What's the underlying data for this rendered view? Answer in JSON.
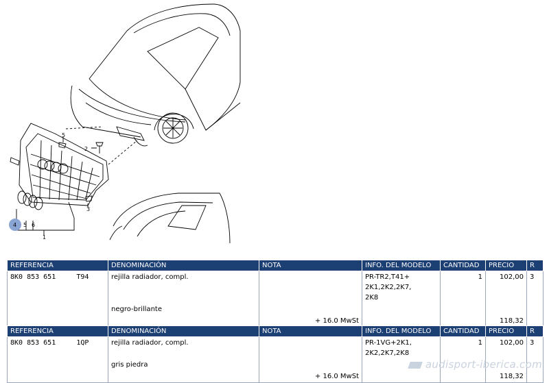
{
  "diagram": {
    "callouts": [
      "1",
      "2",
      "3",
      "4",
      "5",
      "6",
      "5"
    ]
  },
  "columns": {
    "referencia": "REFERENCIA",
    "denominacion": "DENOMINACIÓN",
    "nota": "NOTA",
    "info_modelo": "INFO. DEL MODELO",
    "cantidad": "CANTIDAD",
    "precio": "PRECIO",
    "r": "R"
  },
  "parts": [
    {
      "referencia": "8K0 853 651     T94",
      "denominacion": "rejilla radiador, compl.",
      "color": "negro-brillante",
      "info_lines": [
        "PR-TR2,T41+",
        "2K1,2K2,2K7,",
        "2K8"
      ],
      "cantidad": "1",
      "precio": "102,00",
      "r": "3",
      "tax_note": "+ 16.0 MwSt",
      "precio_total": "118,32"
    },
    {
      "referencia": "8K0 853 651     1QP",
      "denominacion": "rejilla radiador, compl.",
      "color": "gris piedra",
      "info_lines": [
        "PR-1VG+2K1,",
        "2K2,2K7,2K8"
      ],
      "cantidad": "1",
      "precio": "102,00",
      "r": "3",
      "tax_note": "+ 16.0 MwSt",
      "precio_total": "118,32"
    }
  ],
  "watermark": "audisport-iberica.com"
}
